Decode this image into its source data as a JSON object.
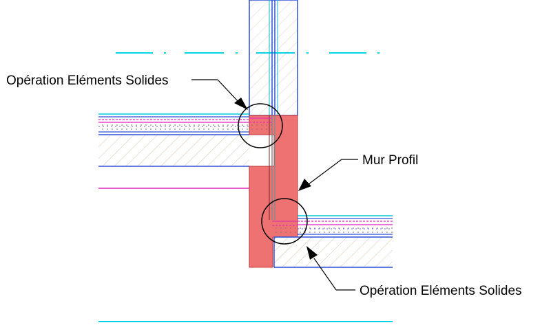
{
  "annotations": {
    "top_left": "Opération Eléments Solides",
    "mur_profil": "Mur Profil",
    "bottom_right": "Opération Eléments Solides"
  },
  "colors": {
    "background": "#ffffff",
    "solid_operation_fill": "#ee6b6b",
    "solid_operation_stroke": "#c23030",
    "wall_outline": "#2b4fd6",
    "axis_line": "#00d2e8",
    "membrane_line": "#e020c0",
    "hatch": "#c89a78",
    "leader": "#000000"
  },
  "icons": {
    "callout_marker": "circle-callout-icon",
    "leader_arrow": "arrowhead-icon"
  }
}
